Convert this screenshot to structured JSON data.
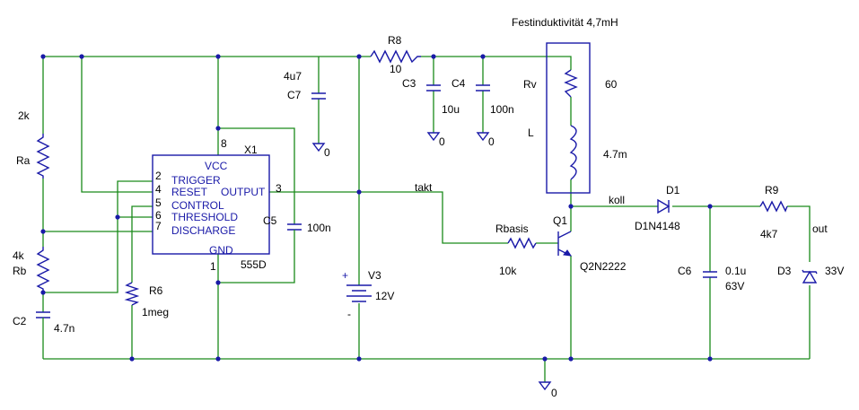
{
  "title": "Festinduktivität 4,7mH",
  "net_labels": {
    "takt": "takt",
    "koll": "koll",
    "out": "out"
  },
  "ic": {
    "ref": "X1",
    "part": "555D",
    "vcc": "VCC",
    "gnd": "GND",
    "pin_vcc": "8",
    "pin_gnd": "1",
    "pin_output": "3",
    "pins_left": [
      {
        "num": "2",
        "name": "TRIGGER"
      },
      {
        "num": "4",
        "name": "RESET"
      },
      {
        "num": "5",
        "name": "CONTROL"
      },
      {
        "num": "6",
        "name": "THRESHOLD"
      },
      {
        "num": "7",
        "name": "DISCHARGE"
      }
    ],
    "output": "OUTPUT"
  },
  "components": {
    "r8": {
      "ref": "R8",
      "value": "10"
    },
    "ra": {
      "ref": "Ra",
      "value": "2k"
    },
    "rb": {
      "ref": "Rb",
      "value": "4k"
    },
    "r6": {
      "ref": "R6",
      "value": "1meg"
    },
    "rbasis": {
      "ref": "Rbasis",
      "value": "10k"
    },
    "r9": {
      "ref": "R9",
      "value": "4k7"
    },
    "rv": {
      "ref": "Rv",
      "value": "60"
    },
    "l": {
      "ref": "L",
      "value": "4.7m"
    },
    "c2": {
      "ref": "C2",
      "value": "4.7n"
    },
    "c3": {
      "ref": "C3",
      "value": "10u"
    },
    "c4": {
      "ref": "C4",
      "value": "100n"
    },
    "c5": {
      "ref": "C5",
      "value": "100n"
    },
    "c6": {
      "ref": "C6",
      "value": "0.1u",
      "value2": "63V"
    },
    "c7": {
      "ref": "C7",
      "value": "4u7"
    },
    "q1": {
      "ref": "Q1",
      "value": "Q2N2222"
    },
    "d1": {
      "ref": "D1",
      "value": "D1N4148"
    },
    "d3": {
      "ref": "D3",
      "value": "33V"
    },
    "v3": {
      "ref": "V3",
      "value": "12V",
      "plus": "+",
      "minus": "-"
    }
  },
  "ground_label": "0"
}
